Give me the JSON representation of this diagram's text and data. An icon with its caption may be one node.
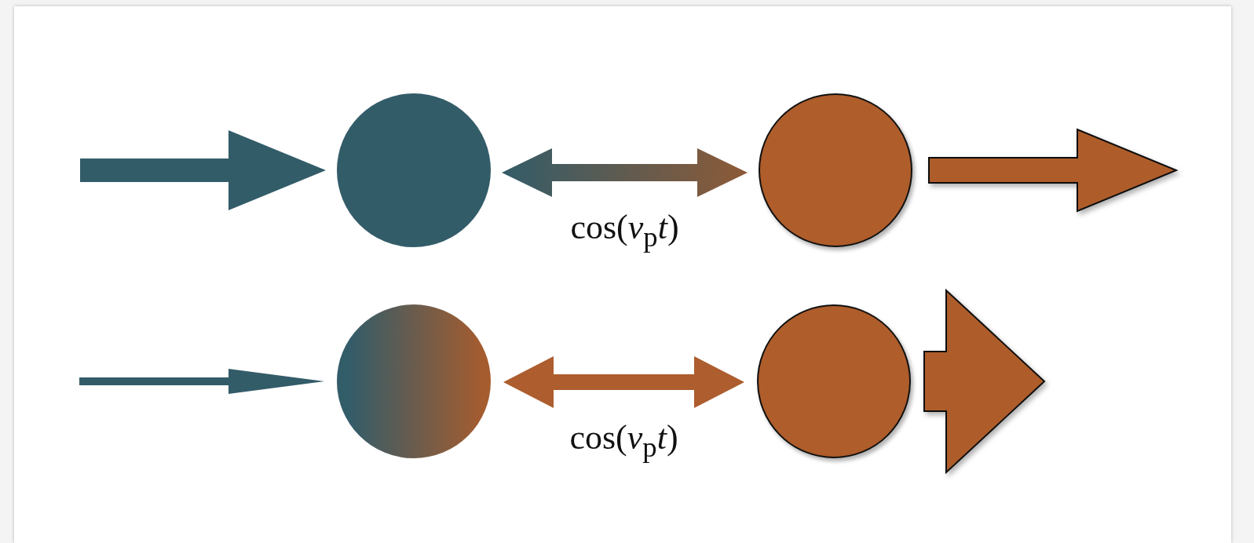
{
  "diagram": {
    "nodes": [
      {
        "text": [],
        "shape": "circle"
      },
      {
        "text": [],
        "shape": "circle"
      },
      {
        "text": [],
        "shape": "circle"
      },
      {
        "text": [],
        "shape": "circle"
      }
    ],
    "edges": [
      {
        "from": null,
        "to": 0,
        "arrow": "to",
        "color": "#335c69"
      },
      {
        "from": 0,
        "to": 1,
        "arrow": "both",
        "label": "cos(*ν*$_{p}$*t*)"
      },
      {
        "from": 1,
        "to": null,
        "arrow": "to",
        "color": "#ae5d2b"
      },
      {
        "from": null,
        "to": 2,
        "arrow": "to",
        "color": "#335c69"
      },
      {
        "from": 2,
        "to": 3,
        "arrow": "both",
        "label": "cos(*ν*$_{p}$*t*)",
        "color": "#ad5d2e"
      },
      {
        "from": 3,
        "to": null,
        "arrow": "to",
        "color": "#ae5d2b"
      }
    ]
  }
}
